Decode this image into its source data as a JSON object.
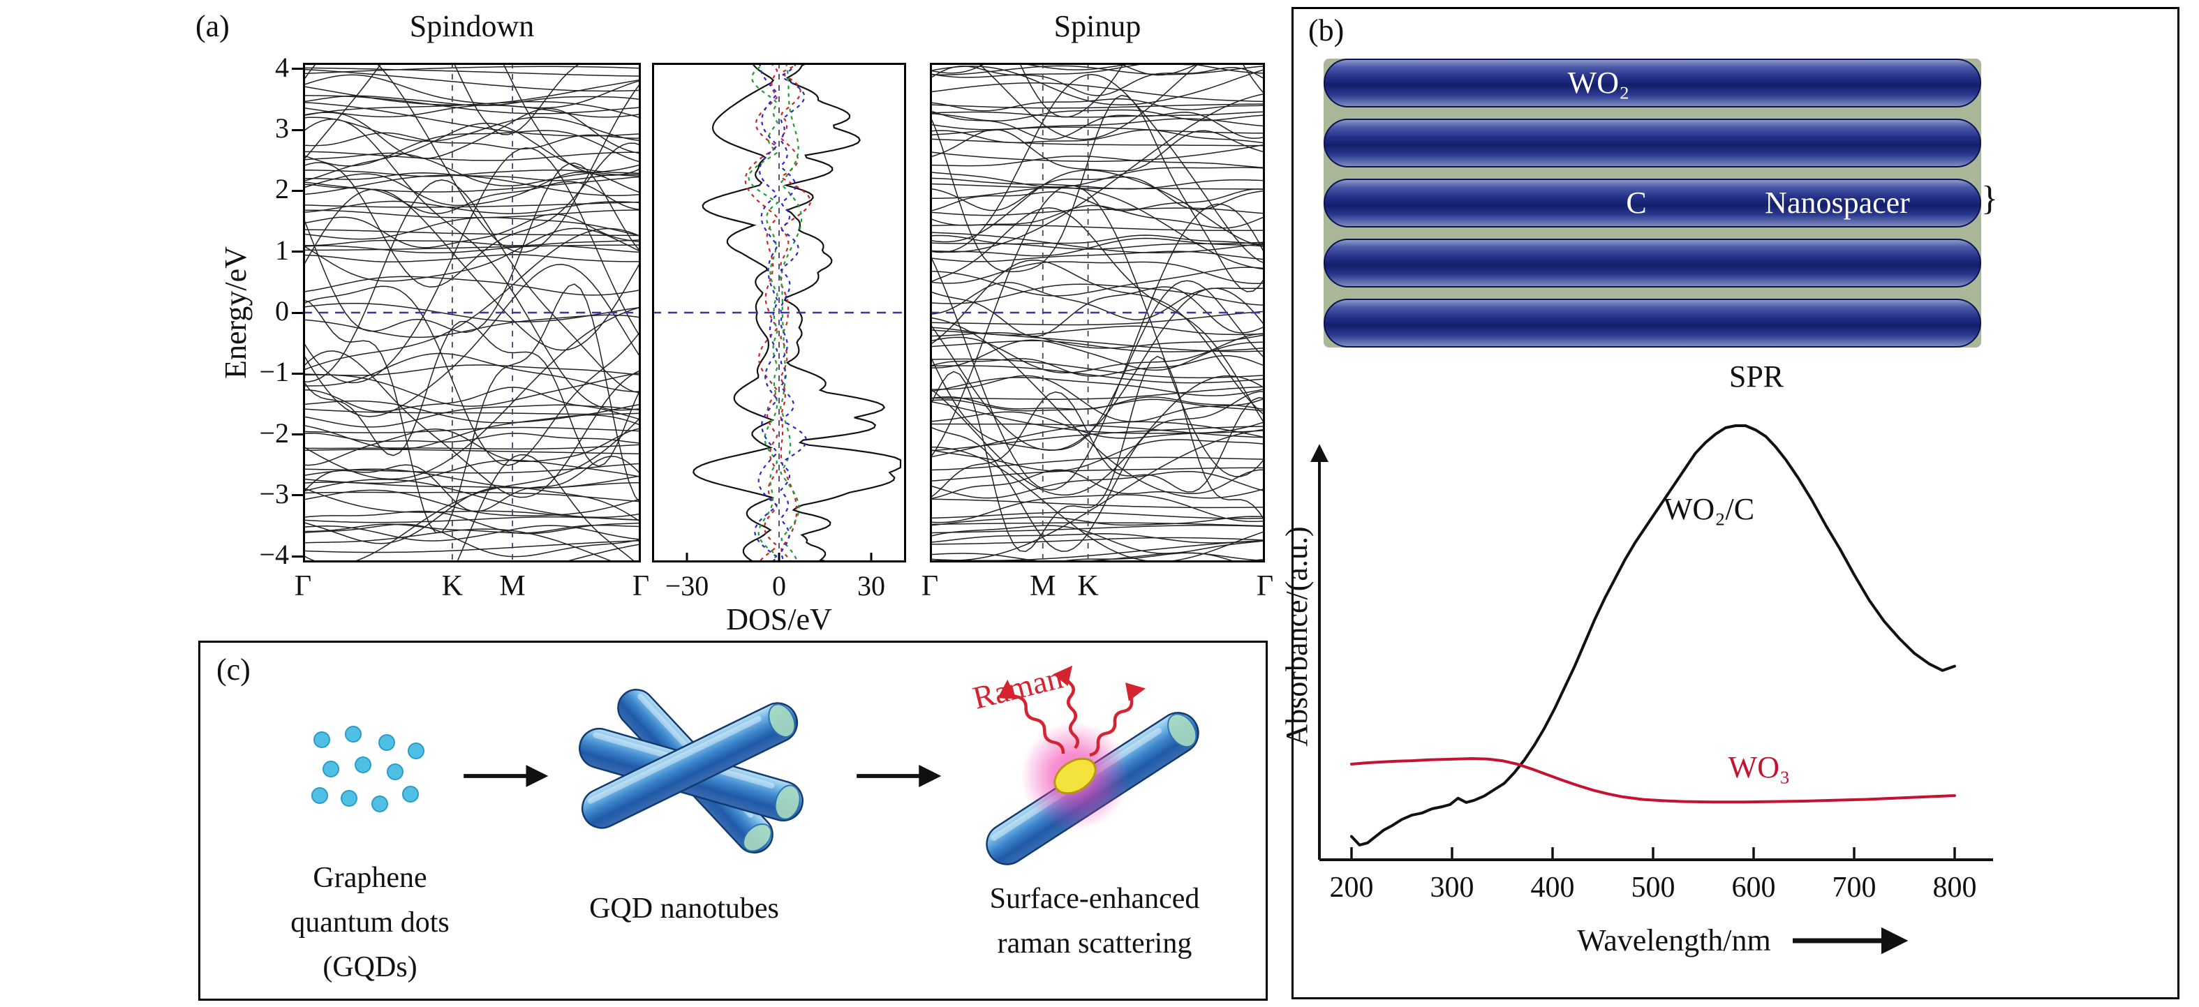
{
  "figure": {
    "panel_a": {
      "label": "(a)",
      "spindown_title": "Spindown",
      "spinup_title": "Spinup",
      "ylabel": "Energy/eV",
      "yticks": [
        "4",
        "3",
        "2",
        "1",
        "0",
        "−1",
        "−2",
        "−3",
        "−4"
      ],
      "dos_xlabel": "DOS/eV",
      "dos_ticks": [
        "−30",
        "0",
        "30"
      ]
    },
    "panel_b": {
      "label": "(b)",
      "rod_label": "WO₂",
      "c_label": "C",
      "nanospacer_label": "Nanospacer",
      "nanospacer_brace": "}",
      "spr_label": "SPR",
      "curve1_label": "WO₂/C",
      "curve2_label": "WO₃",
      "ylabel": "Absorbance/(a.u.)",
      "xlabel": "Wavelength/nm",
      "xtick_labels": [
        "200",
        "300",
        "400",
        "500",
        "600",
        "700",
        "800"
      ]
    },
    "panel_c": {
      "label": "(c)",
      "dot_count": 11,
      "gqd_caption_lines": [
        "Graphene",
        "quantum dots",
        "(GQDs)"
      ],
      "nanotube_caption": "GQD nanotubes",
      "raman_label": "Raman",
      "sers_caption_lines": [
        "Surface-enhanced",
        "raman scattering"
      ]
    }
  },
  "colors": {
    "curve_black": "#111111",
    "curve_red": "#c41230",
    "raman_red": "#d42430",
    "rod_blue": "#222f86",
    "dot_cyan": "#4fc0e4",
    "fermi_dash": "#3838a0",
    "ksym_dash": "#4a3f6b",
    "dos_partial_red": "#cc2424",
    "dos_partial_green": "#1e9e32",
    "dos_partial_blue": "#2828cc"
  },
  "chart_data": [
    {
      "type": "line",
      "name": "band-structure-spindown",
      "title": "Spindown",
      "ylabel": "Energy/eV",
      "ylim": [
        -4,
        4
      ],
      "yticks": [
        4,
        3,
        2,
        1,
        0,
        -1,
        -2,
        -3,
        -4
      ],
      "fermi_level": 0,
      "fermi_line": "dashed",
      "kpath": {
        "labels": [
          "Γ",
          "K",
          "M",
          "Γ"
        ],
        "positions": [
          0,
          0.442,
          0.62,
          1
        ]
      },
      "description": "Dense metallic spin-down band structure; many nearly flat bands with dispersive crossings; dashed Fermi level at 0 eV; dashed vertical lines at K and M",
      "render_params": {
        "bands": 100,
        "extra_crossing_bands": 5,
        "seed": 11
      }
    },
    {
      "type": "line",
      "name": "density-of-states",
      "xlabel": "DOS/eV",
      "xlim": [
        -41,
        41
      ],
      "xticks": [
        -30,
        0,
        30
      ],
      "ylim": [
        -4,
        4
      ],
      "series": [
        {
          "name": "total DOS",
          "color": "#111111",
          "style": "solid"
        },
        {
          "name": "partial DOS 1",
          "color": "#cc2424",
          "style": "dashed"
        },
        {
          "name": "partial DOS 2",
          "color": "#1e9e32",
          "style": "dashed"
        },
        {
          "name": "partial DOS 3",
          "color": "#2828cc",
          "style": "dashed"
        }
      ],
      "description": "Total DOS (black solid, both spin channels) with colored dashed partial DOS near zero; dashed Fermi level line",
      "render_params": {
        "seed": 23
      }
    },
    {
      "type": "line",
      "name": "band-structure-spinup",
      "title": "Spinup",
      "ylim": [
        -4,
        4
      ],
      "yticks": [
        4,
        3,
        2,
        1,
        0,
        -1,
        -2,
        -3,
        -4
      ],
      "fermi_level": 0,
      "fermi_line": "dashed",
      "kpath": {
        "labels": [
          "Γ",
          "M",
          "K",
          "Γ"
        ],
        "positions": [
          0,
          0.337,
          0.472,
          1
        ]
      },
      "description": "Dense metallic spin-up band structure; dashed Fermi level at 0 eV; dashed vertical lines at M and K",
      "render_params": {
        "bands": 100,
        "extra_crossing_bands": 5,
        "seed": 37
      }
    },
    {
      "type": "line",
      "name": "absorbance-spectrum",
      "annotation": "SPR",
      "xlabel": "Wavelength/nm",
      "ylabel": "Absorbance/(a.u.)",
      "xlim": [
        200,
        800
      ],
      "ylim": [
        0,
        1.05
      ],
      "xticks": [
        200,
        300,
        400,
        500,
        600,
        700,
        800
      ],
      "legend_position": "on-curve",
      "series": [
        {
          "name": "WO₂/C",
          "color": "#111111",
          "x": [
            200,
            208,
            216,
            224,
            232,
            240,
            250,
            260,
            270,
            280,
            290,
            298,
            306,
            314,
            322,
            332,
            342,
            352,
            362,
            372,
            382,
            392,
            402,
            412,
            422,
            432,
            442,
            452,
            462,
            472,
            482,
            492,
            502,
            512,
            522,
            532,
            542,
            552,
            562,
            572,
            582,
            592,
            602,
            612,
            622,
            632,
            645,
            658,
            672,
            686,
            700,
            715,
            730,
            745,
            760,
            775,
            788,
            800
          ],
          "y": [
            0.035,
            0.015,
            0.02,
            0.035,
            0.05,
            0.06,
            0.075,
            0.085,
            0.09,
            0.1,
            0.105,
            0.11,
            0.125,
            0.115,
            0.12,
            0.13,
            0.145,
            0.16,
            0.185,
            0.215,
            0.25,
            0.29,
            0.335,
            0.385,
            0.435,
            0.49,
            0.545,
            0.595,
            0.64,
            0.685,
            0.725,
            0.76,
            0.795,
            0.83,
            0.865,
            0.9,
            0.935,
            0.96,
            0.98,
            0.995,
            1.0,
            1.0,
            0.99,
            0.975,
            0.95,
            0.92,
            0.875,
            0.825,
            0.765,
            0.71,
            0.65,
            0.59,
            0.54,
            0.5,
            0.465,
            0.44,
            0.425,
            0.435
          ]
        },
        {
          "name": "WO₃",
          "color": "#c41230",
          "x": [
            200,
            215,
            230,
            245,
            260,
            275,
            290,
            305,
            320,
            335,
            350,
            365,
            380,
            395,
            410,
            425,
            440,
            455,
            470,
            490,
            510,
            530,
            560,
            590,
            620,
            650,
            680,
            710,
            740,
            770,
            800
          ],
          "y": [
            0.205,
            0.208,
            0.21,
            0.212,
            0.213,
            0.215,
            0.216,
            0.217,
            0.218,
            0.217,
            0.213,
            0.205,
            0.193,
            0.18,
            0.167,
            0.155,
            0.144,
            0.135,
            0.128,
            0.122,
            0.119,
            0.117,
            0.116,
            0.116,
            0.117,
            0.118,
            0.12,
            0.122,
            0.125,
            0.128,
            0.131
          ]
        }
      ]
    }
  ]
}
